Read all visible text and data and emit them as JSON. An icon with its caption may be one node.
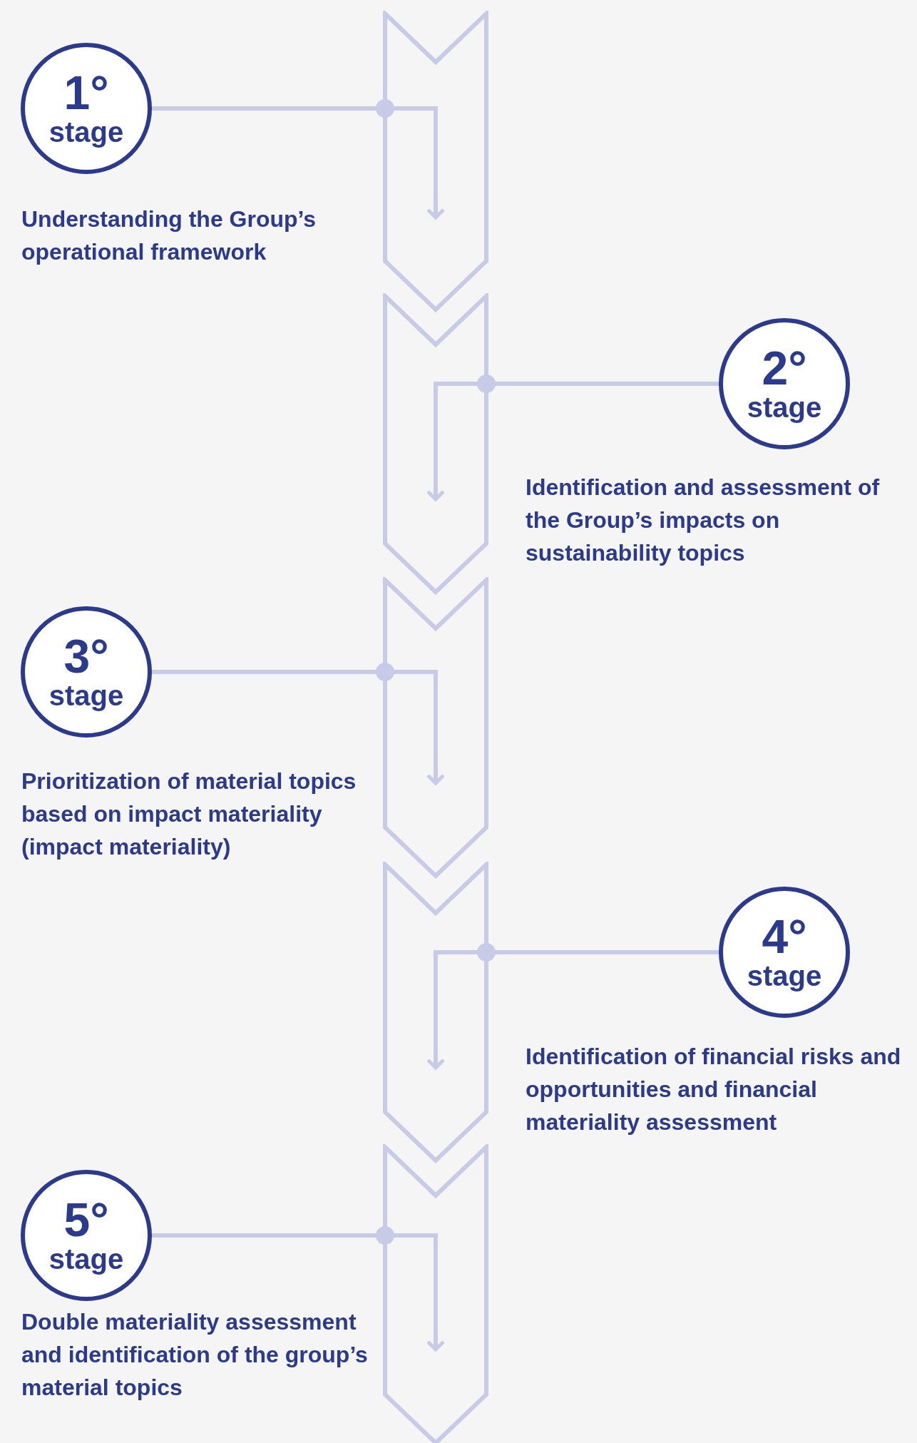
{
  "diagram": {
    "nodes": [
      {
        "text": [
          "1°",
          "stage"
        ],
        "beside": [
          "Understanding the Group’s operational framework"
        ]
      },
      {
        "text": [],
        "shape": "chevron"
      },
      {
        "text": [
          "2°",
          "stage"
        ],
        "beside": [
          "Identification and assessment of the Group’s impacts on sustainability topics"
        ]
      },
      {
        "text": [],
        "shape": "chevron"
      },
      {
        "text": [
          "3°",
          "stage"
        ],
        "beside": [
          "Prioritization of material topics based on impact materiality (impact materiality)"
        ]
      },
      {
        "text": [],
        "shape": "chevron"
      },
      {
        "text": [
          "4°",
          "stage"
        ],
        "beside": [
          "Identification of financial risks and opportunities and financial materiality assessment"
        ]
      },
      {
        "text": [],
        "shape": "chevron"
      },
      {
        "text": [
          "5°",
          "stage"
        ],
        "beside": [
          "Double materiality assessment and identification of the group’s material topics"
        ]
      },
      {
        "text": [],
        "shape": "chevron"
      }
    ],
    "edges": [
      {
        "from": 0,
        "to": 1,
        "arrow": "to"
      },
      {
        "from": 2,
        "to": 3,
        "arrow": "to"
      },
      {
        "from": 4,
        "to": 5,
        "arrow": "to"
      },
      {
        "from": 6,
        "to": 7,
        "arrow": "to"
      },
      {
        "from": 8,
        "to": 9,
        "arrow": "to"
      }
    ]
  }
}
